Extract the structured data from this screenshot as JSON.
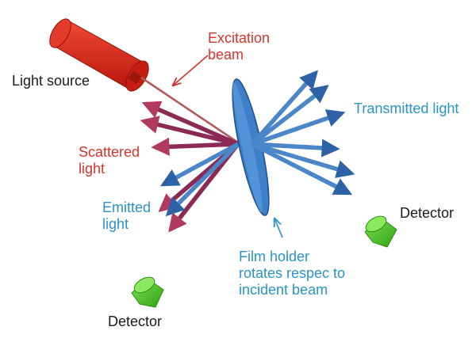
{
  "labels": {
    "light_source": "Light source",
    "excitation_beam": "Excitation\nbeam",
    "transmitted_light": "Transmitted light",
    "scattered_light": "Scattered\nlight",
    "emitted_light": "Emitted\nlight",
    "detector_right": "Detector",
    "detector_left": "Detector",
    "film_holder": "Film holder\nrotates respec to\nincident beam"
  },
  "colors": {
    "light_source": "#e0291e",
    "excitation_label": "#d8332a",
    "scattered_arrows": "#8a2a55",
    "transmitted_arrows": "#4a86c8",
    "film_holder": "#3d7fc8",
    "detector": "#52cc2e",
    "label_blue": "#2a93c9"
  }
}
